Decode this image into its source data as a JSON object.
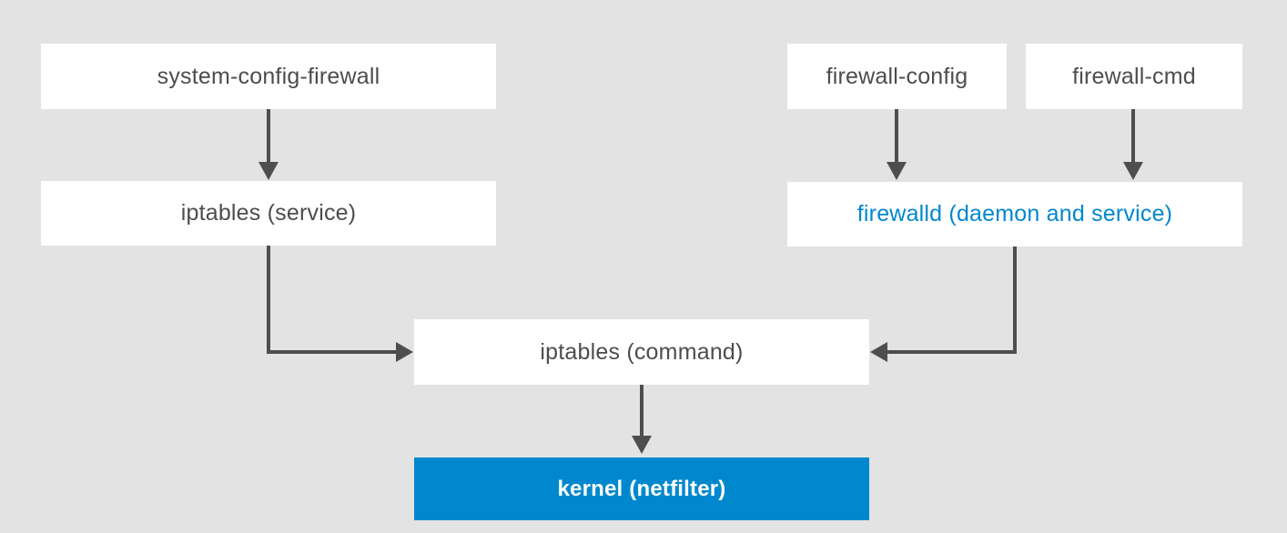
{
  "diagram": {
    "type": "flowchart",
    "nodes": {
      "system_config_firewall": {
        "label": "system-config-firewall"
      },
      "iptables_service": {
        "label": "iptables (service)"
      },
      "firewall_config": {
        "label": "firewall-config"
      },
      "firewall_cmd": {
        "label": "firewall-cmd"
      },
      "firewalld": {
        "label": "firewalld (daemon and service)"
      },
      "iptables_command": {
        "label": "iptables (command)"
      },
      "kernel": {
        "label": "kernel (netfilter)"
      }
    },
    "edges": [
      {
        "from": "system-config-firewall",
        "to": "iptables (service)"
      },
      {
        "from": "firewall-config",
        "to": "firewalld (daemon and service)"
      },
      {
        "from": "firewall-cmd",
        "to": "firewalld (daemon and service)"
      },
      {
        "from": "iptables (service)",
        "to": "iptables (command)"
      },
      {
        "from": "firewalld (daemon and service)",
        "to": "iptables (command)"
      },
      {
        "from": "iptables (command)",
        "to": "kernel (netfilter)"
      }
    ]
  },
  "colors": {
    "background": "#e3e3e3",
    "node_bg": "#ffffff",
    "node_text": "#4d4d4f",
    "arrow": "#4e4e50",
    "accent": "#0088ce",
    "kernel_text": "#ffffff"
  }
}
